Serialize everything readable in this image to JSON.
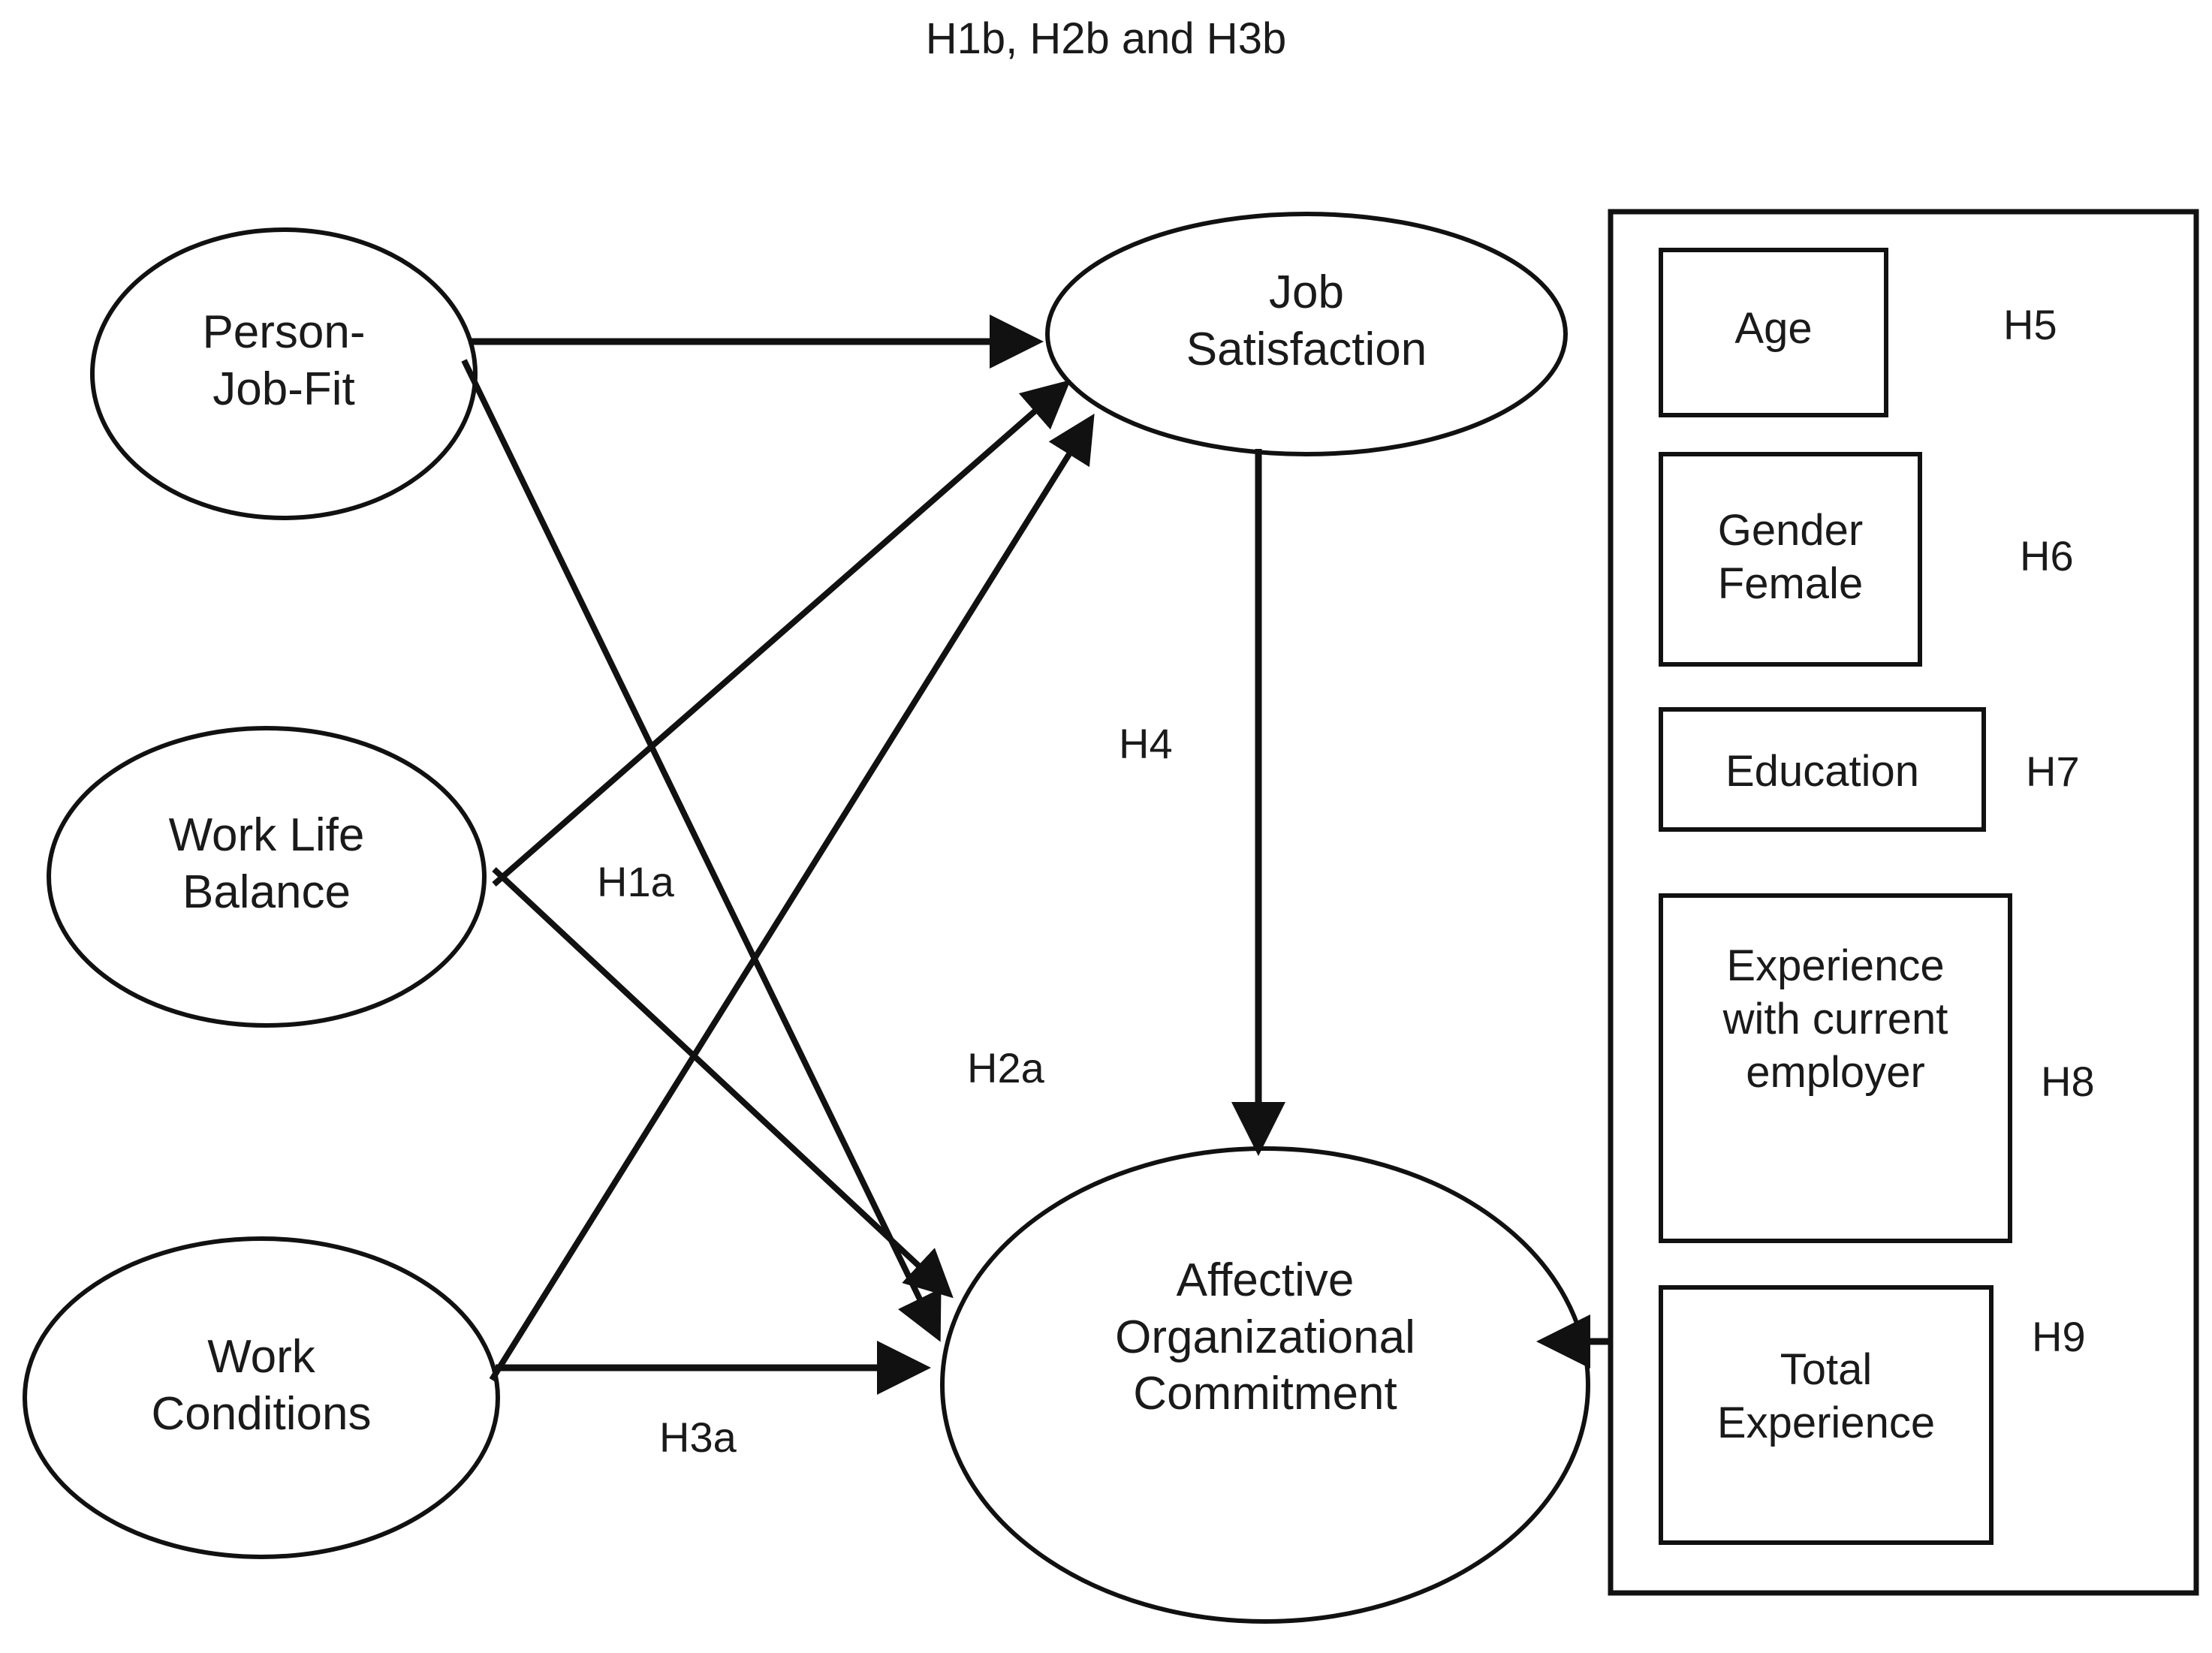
{
  "figure": {
    "title": "H1b, H2b and H3b",
    "type": "conceptual-research-model",
    "stroke_color": "#111111",
    "background_color": "#ffffff"
  },
  "constructs": [
    {
      "id": "person-job-fit",
      "label": "Person-\nJob-Fit",
      "shape": "ellipse"
    },
    {
      "id": "work-life-balance",
      "label": "Work Life\nBalance",
      "shape": "ellipse"
    },
    {
      "id": "work-conditions",
      "label": "Work\nConditions",
      "shape": "ellipse"
    },
    {
      "id": "job-satisfaction",
      "label": "Job\nSatisfaction",
      "shape": "ellipse"
    },
    {
      "id": "affective-organizational-commitment",
      "label": "Affective\nOrganizational\nCommitment",
      "shape": "ellipse"
    }
  ],
  "paths": [
    {
      "id": "h1a",
      "label": "H1a",
      "from": "person-job-fit",
      "to": "affective-organizational-commitment"
    },
    {
      "id": "h2a",
      "label": "H2a",
      "from": "work-life-balance",
      "to": "affective-organizational-commitment"
    },
    {
      "id": "h3a",
      "label": "H3a",
      "from": "work-conditions",
      "to": "affective-organizational-commitment"
    },
    {
      "id": "h4",
      "label": "H4",
      "from": "job-satisfaction",
      "to": "affective-organizational-commitment"
    },
    {
      "id": "h1b",
      "label": "H1b",
      "from": "person-job-fit",
      "to": "job-satisfaction"
    },
    {
      "id": "h2b",
      "label": "H2b",
      "from": "work-life-balance",
      "to": "job-satisfaction"
    },
    {
      "id": "h3b",
      "label": "H3b",
      "from": "work-conditions",
      "to": "job-satisfaction"
    }
  ],
  "control_panel": {
    "items": [
      {
        "id": "age",
        "label": "Age",
        "hypothesis": "H5"
      },
      {
        "id": "gender-female",
        "label": "Gender\nFemale",
        "hypothesis": "H6"
      },
      {
        "id": "education",
        "label": "Education",
        "hypothesis": "H7"
      },
      {
        "id": "experience-with-current-employer",
        "label": "Experience\nwith current\nemployer",
        "hypothesis": "H8"
      },
      {
        "id": "total-experience",
        "label": "Total\nExperience",
        "hypothesis": "H9"
      }
    ],
    "target": "affective-organizational-commitment"
  }
}
